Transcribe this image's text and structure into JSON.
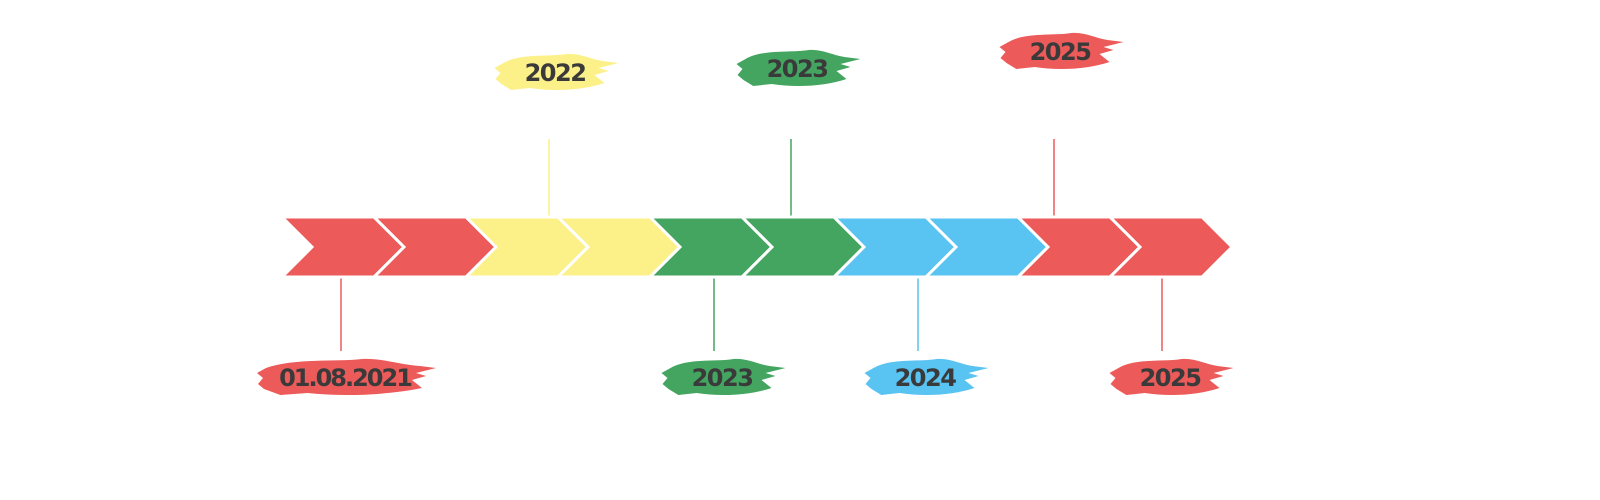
{
  "colors": {
    "red": "#ec5a5a",
    "yellow": "#fcf088",
    "green": "#44a560",
    "blue": "#59c3f1"
  },
  "chevrons": [
    "red",
    "red",
    "yellow",
    "yellow",
    "green",
    "green",
    "blue",
    "blue",
    "red",
    "red"
  ],
  "milestones": [
    {
      "id": "m-2021",
      "label": "01.08.2021",
      "color": "red",
      "side": "below"
    },
    {
      "id": "m-2022",
      "label": "2022",
      "color": "yellow",
      "side": "above"
    },
    {
      "id": "m-2023-below",
      "label": "2023",
      "color": "green",
      "side": "below"
    },
    {
      "id": "m-2023-above",
      "label": "2023",
      "color": "green",
      "side": "above"
    },
    {
      "id": "m-2024",
      "label": "2024",
      "color": "blue",
      "side": "below"
    },
    {
      "id": "m-2025-above",
      "label": "2025",
      "color": "red",
      "side": "above"
    },
    {
      "id": "m-2025-below",
      "label": "2025",
      "color": "red",
      "side": "below"
    }
  ]
}
